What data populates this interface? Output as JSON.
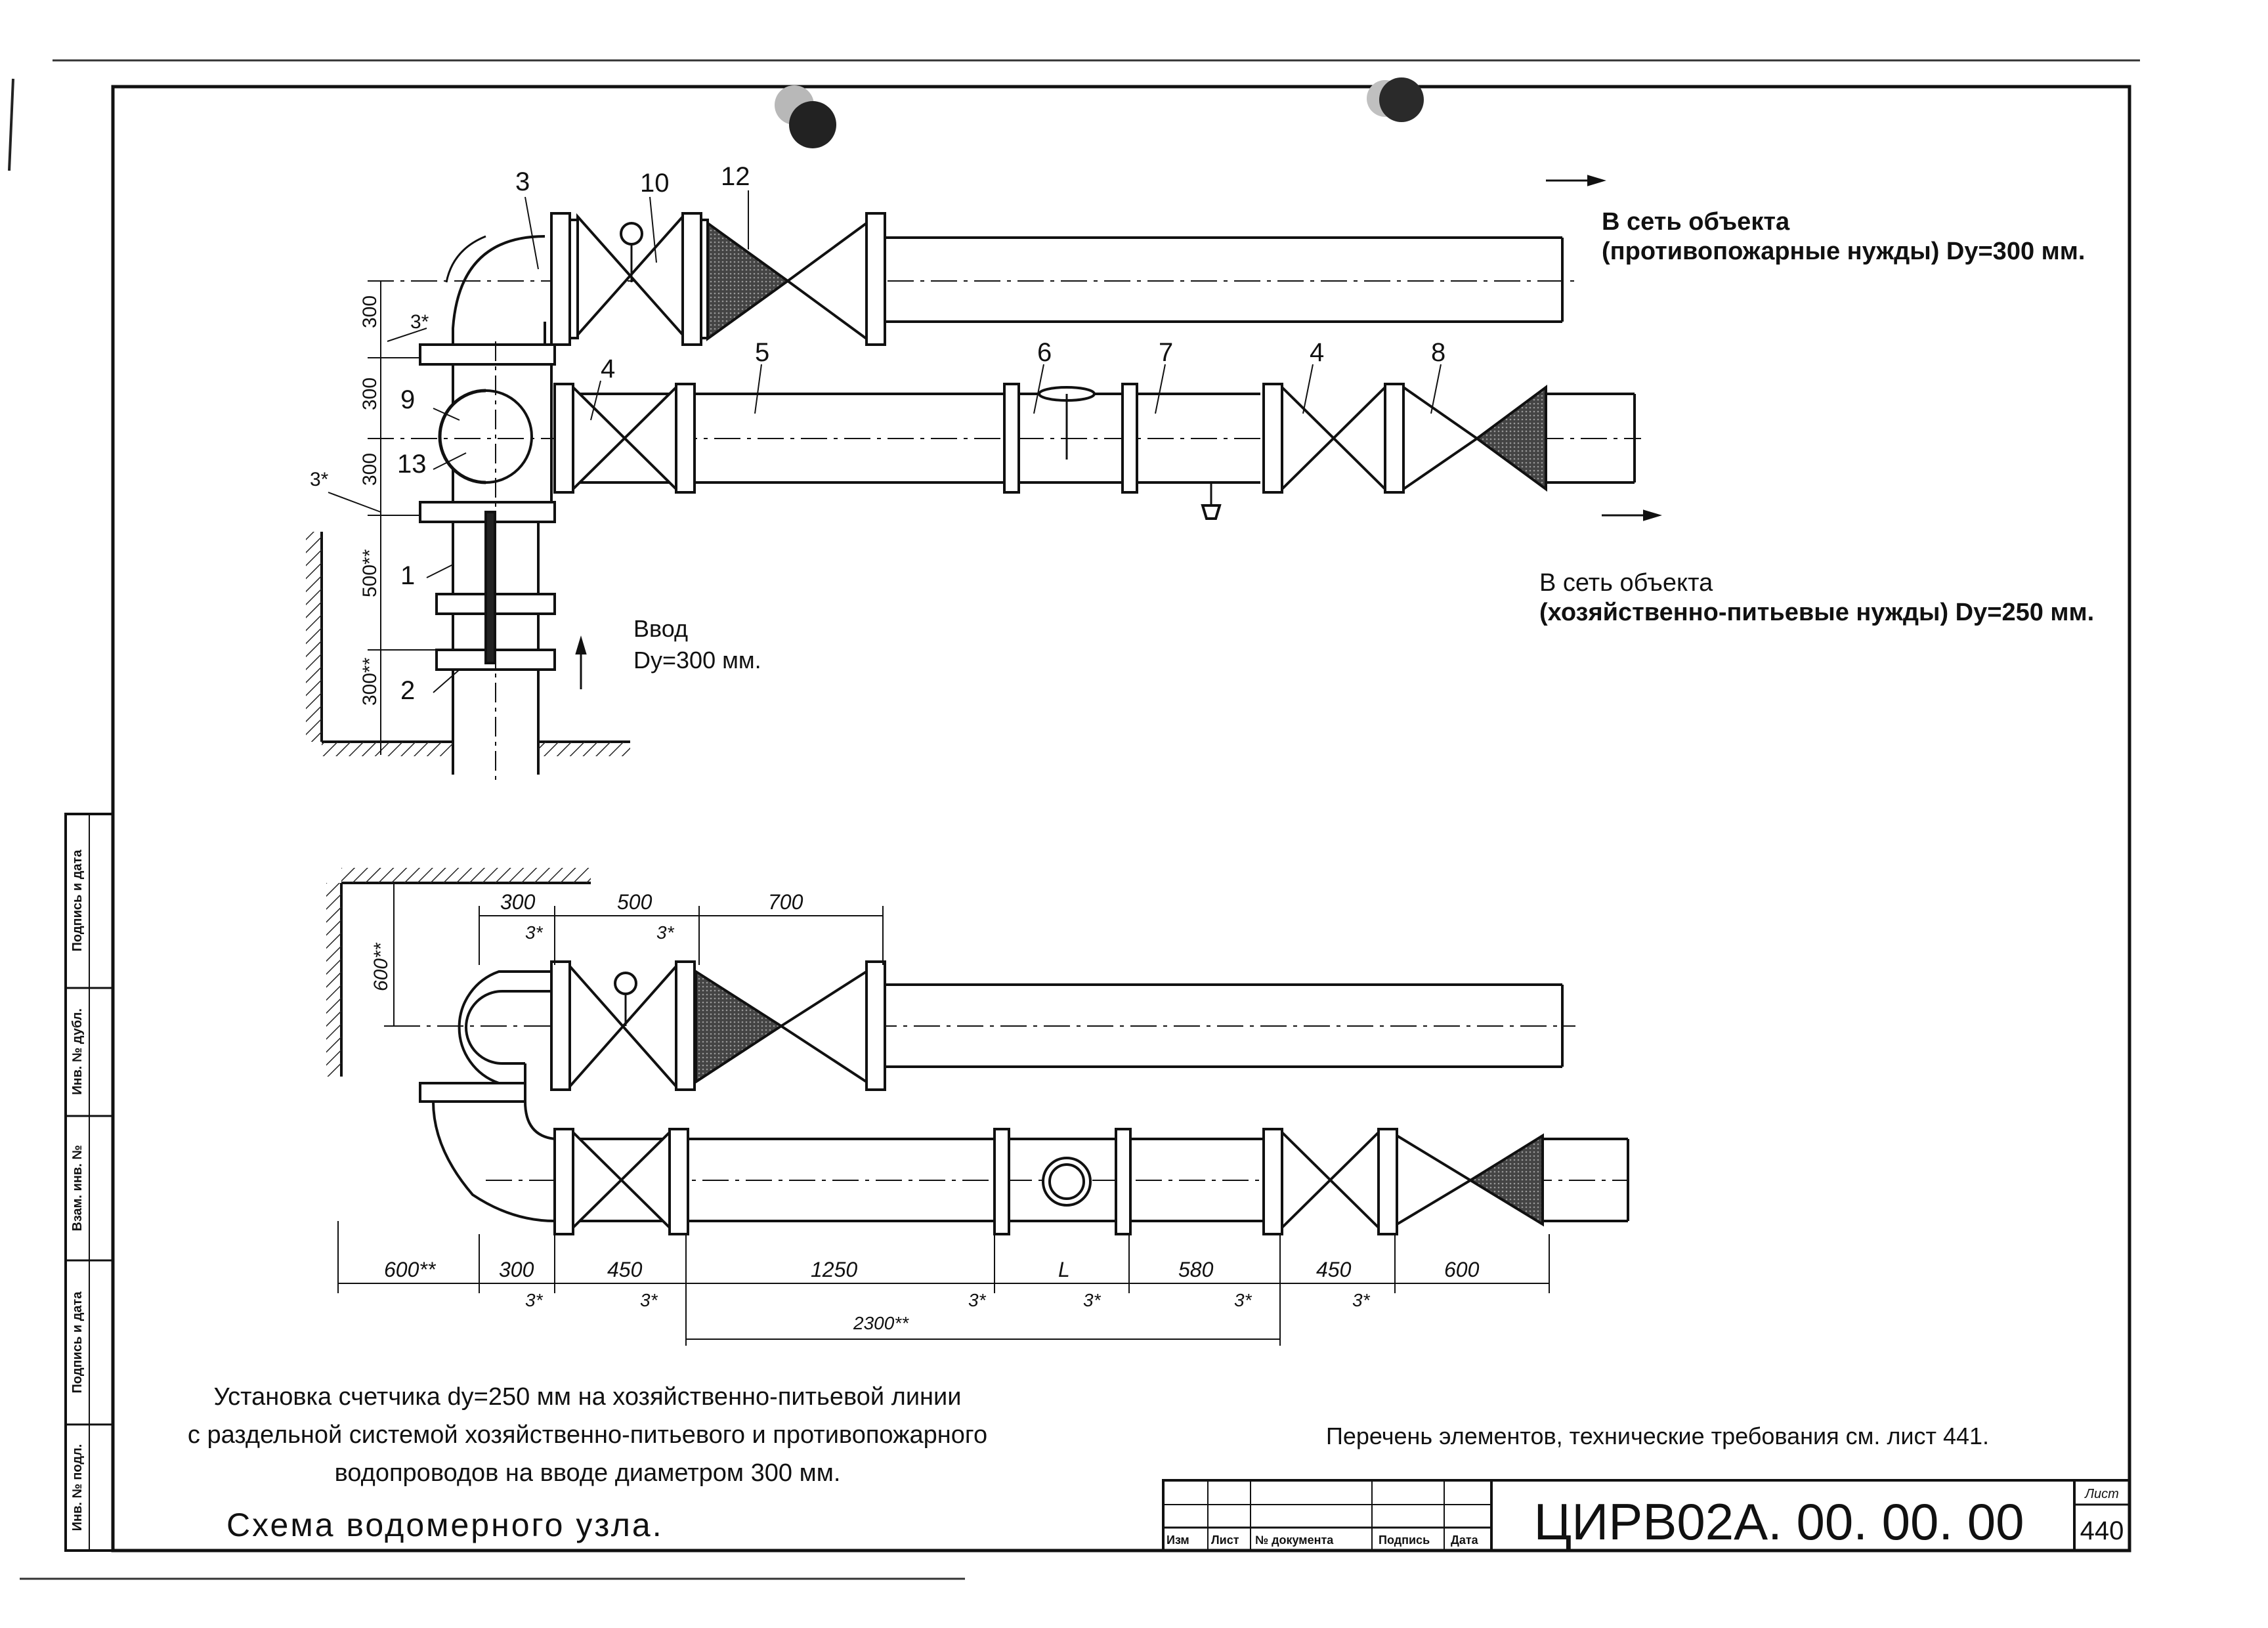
{
  "top_view": {
    "item_numbers": [
      "3",
      "10",
      "12",
      "4",
      "5",
      "6",
      "7",
      "4",
      "8",
      "9",
      "13",
      "1",
      "2"
    ],
    "fire_outlet": {
      "line1": "В сеть объекта",
      "line2": "(противопожарные нужды) Dy=300 мм."
    },
    "domestic_outlet": {
      "line1": "В сеть объекта",
      "line2": "(хозяйственно-питьевые нужды) Dy=250 мм."
    },
    "inlet": {
      "line1": "Ввод",
      "line2": "Dy=300 мм."
    },
    "vertical_dims": [
      "300",
      "300",
      "300",
      "500**",
      "300**"
    ],
    "gap_marks": [
      "3*",
      "3*"
    ]
  },
  "bottom_view": {
    "top_dims": [
      "300",
      "500",
      "700"
    ],
    "top_gaps": [
      "3*",
      "3*"
    ],
    "side_dim": "600**",
    "bottom_dims": [
      "600**",
      "300",
      "450",
      "1250",
      "L",
      "580",
      "450",
      "600"
    ],
    "bottom_gaps": [
      "3*",
      "3*",
      "3*",
      "3*",
      "3*",
      "3*"
    ],
    "total_dim": "2300**"
  },
  "caption": {
    "line1": "Установка счетчика dy=250 мм  на хозяйственно-питьевой линии",
    "line2": "с раздельной  системой хозяйственно-питьевого и противопожарного",
    "line3": "водопроводов на вводе диаметром 300 мм."
  },
  "sheet_title": "Схема водомерного узла.",
  "note": "Перечень элементов, технические требования см. лист 441.",
  "title_block": {
    "code": "ЦИРВ02А. 00. 00. 00",
    "sheet_label": "Лист",
    "sheet_number": "440",
    "columns": [
      "Изм",
      "Лист",
      "№ документа",
      "Подпись",
      "Дата"
    ]
  },
  "side_stamp": {
    "fields": [
      "Подпись и дата",
      "Инв. № дубл.",
      "Взам. инв. №",
      "Подпись и дата",
      "Инв. № подл."
    ]
  }
}
